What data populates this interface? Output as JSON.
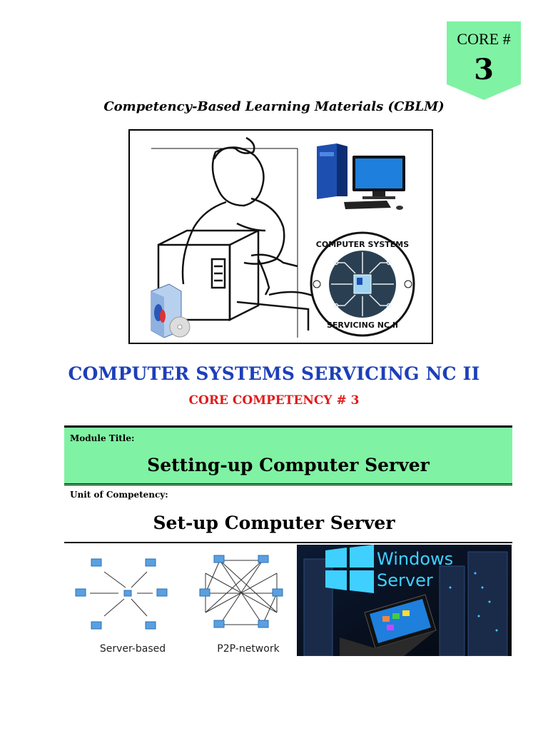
{
  "badge": {
    "label": "CORE #",
    "number": "3"
  },
  "subtitle": "Competency-Based Learning Materials (CBLM)",
  "logo": {
    "text_top": "COMPUTER SYSTEMS",
    "text_bottom": "SERVICING NC II"
  },
  "title": "COMPUTER SYSTEMS SERVICING NC II",
  "core_competency": "CORE COMPETENCY # 3",
  "module": {
    "label": "Module Title:",
    "title": "Setting-up Computer Server"
  },
  "unit": {
    "label": "Unit of Competency:",
    "title": "Set-up Computer Server"
  },
  "diagrams": {
    "server_based": "Server-based",
    "p2p": "P2P-network"
  },
  "windows": {
    "line1": "Windows",
    "line2": "Server"
  },
  "colors": {
    "badge_green": "#80f2a3",
    "title_blue": "#1d3fb8",
    "core_red": "#e01b1b",
    "module_green": "#80f2a3"
  }
}
